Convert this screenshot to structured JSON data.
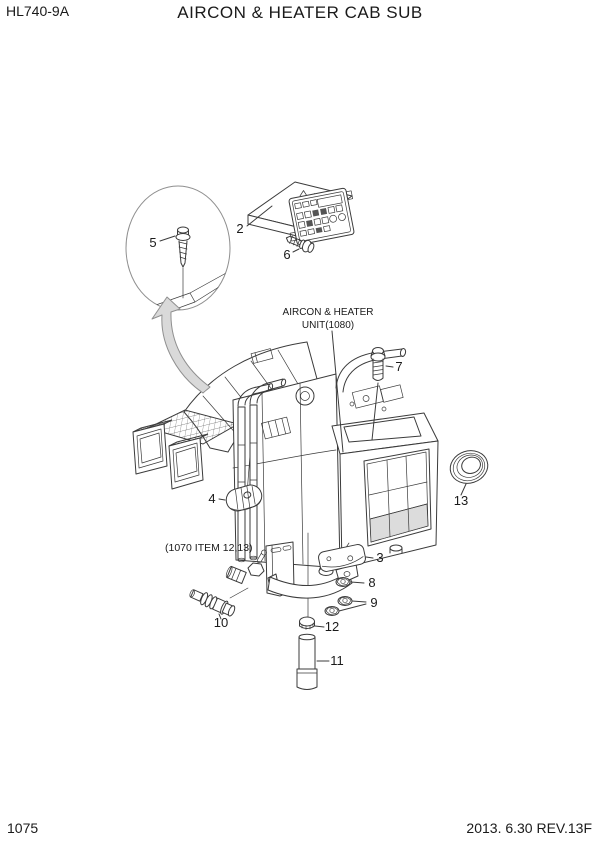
{
  "page": {
    "model_code": "HL740-9A",
    "title": "AIRCON & HEATER CAB SUB",
    "page_number": "1075",
    "revision": "2013. 6.30  REV.13F"
  },
  "diagram": {
    "unit_label_line1": "AIRCON & HEATER",
    "unit_label_line2": "UNIT(1080)",
    "reference_note": "(1070 ITEM 12,13)",
    "callout_numbers": {
      "item2": "2",
      "item3": "3",
      "item4": "4",
      "item5": "5",
      "item6": "6",
      "item7": "7",
      "item8": "8",
      "item9": "9",
      "item10": "10",
      "item11": "11",
      "item12": "12",
      "item13": "13"
    },
    "colors": {
      "line": "#3b3b3b",
      "text": "#1a1a1a",
      "shade": "#d9d9d9",
      "background": "#ffffff"
    }
  }
}
